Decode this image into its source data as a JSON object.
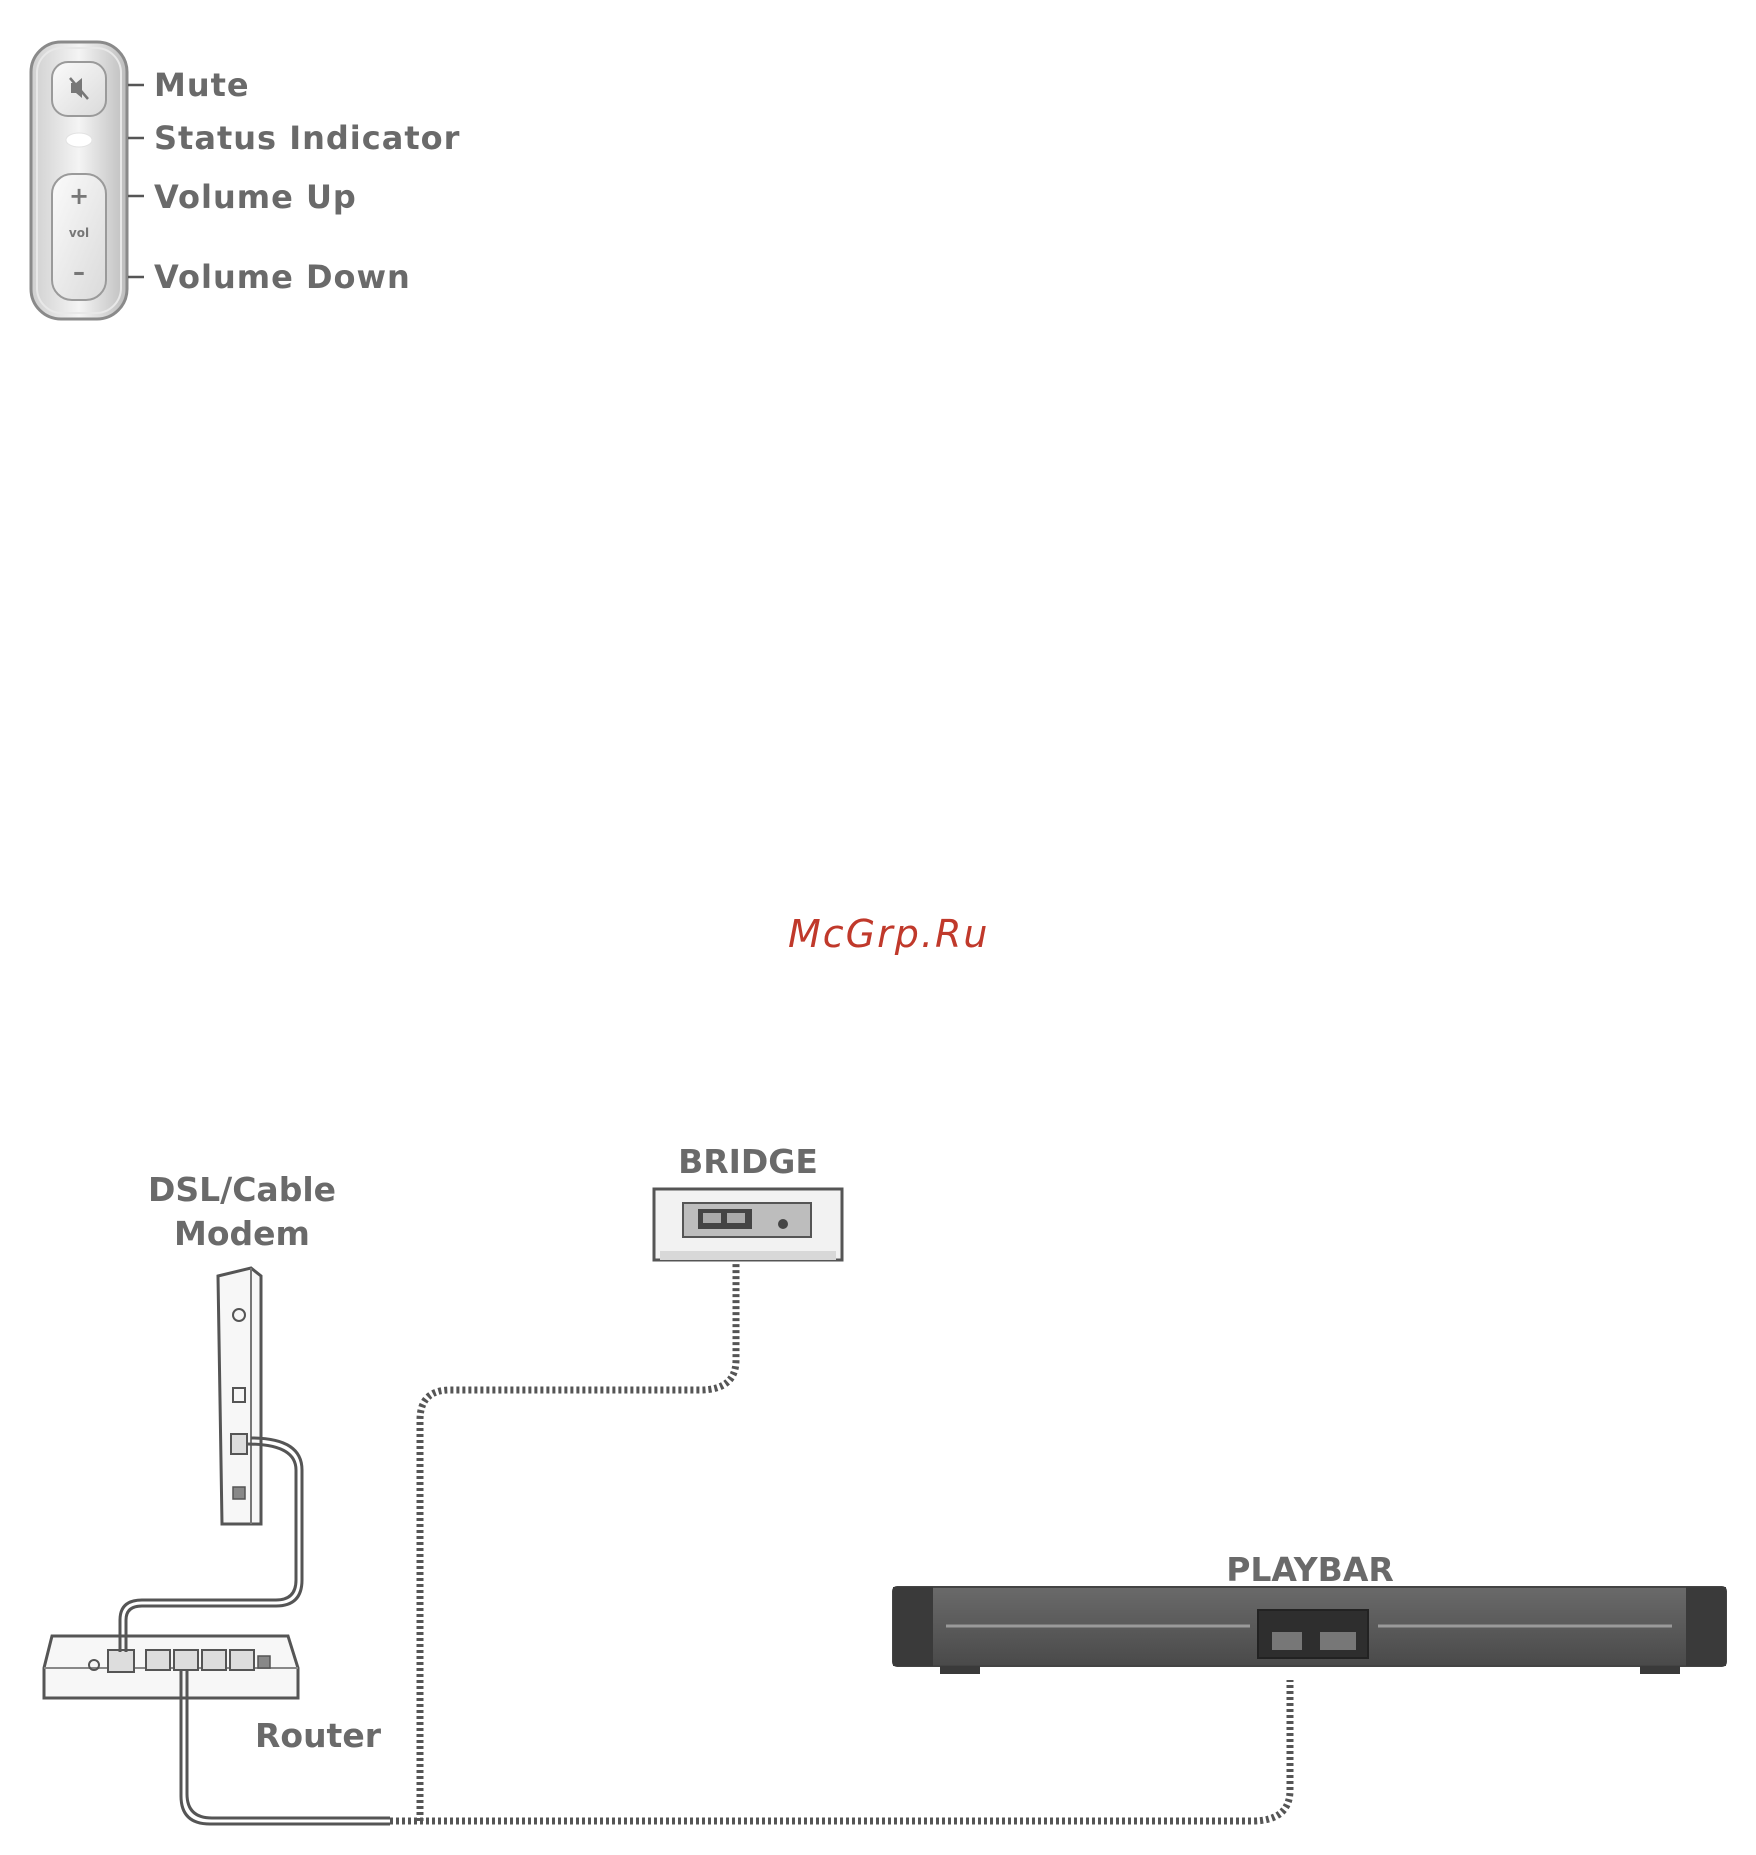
{
  "control_panel": {
    "labels": {
      "mute": "Mute",
      "status": "Status Indicator",
      "volume_up": "Volume Up",
      "volume_down": "Volume Down"
    },
    "button_glyphs": {
      "plus": "+",
      "vol": "vol",
      "minus": "–"
    }
  },
  "watermark": {
    "text": "McGrp.Ru",
    "color": "#c0392b"
  },
  "diagram": {
    "modem_label_line1": "DSL/Cable",
    "modem_label_line2": "Modem",
    "router_label": "Router",
    "bridge_label": "BRIDGE",
    "playbar_label": "PLAYBAR"
  },
  "colors": {
    "label_gray": "#6a6a6a",
    "playbar_body": "#5a5a5a",
    "outline": "#555555"
  }
}
